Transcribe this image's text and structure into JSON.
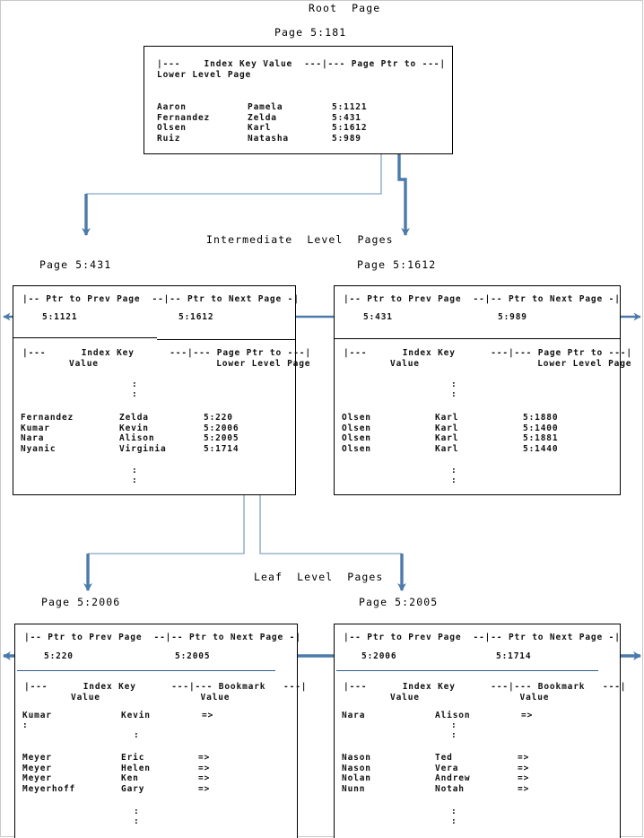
{
  "theme": {
    "arrow_blue": "#4A7BAA",
    "thin_line_blue": "#6A92B8",
    "box_border": "#000000",
    "page_border": "#C9C9C9",
    "background": "#FFFFFF"
  },
  "levels": {
    "root_title": "Root  Page",
    "intermediate_title": "Intermediate  Level  Pages",
    "leaf_title": "Leaf  Level  Pages"
  },
  "root": {
    "label": "Page 5:181",
    "header_line1": "|---    Index Key Value  ---|--- Page Ptr to ---|",
    "header_line2": "Lower Level Page",
    "columns": [
      "Index Key Value",
      "Page Ptr to Lower Level Page"
    ],
    "rows": [
      {
        "last": "Aaron",
        "first": "Pamela",
        "ptr": "5:1121"
      },
      {
        "last": "Fernandez",
        "first": "Zelda",
        "ptr": "5:431"
      },
      {
        "last": "Olsen",
        "first": "Karl",
        "ptr": "5:1612"
      },
      {
        "last": "Ruiz",
        "first": "Natasha",
        "ptr": "5:989"
      }
    ]
  },
  "intermediate": [
    {
      "label": "Page 5:431",
      "nav_header": "|-- Ptr to Prev Page  --|-- Ptr to Next Page -|",
      "prev_ptr": "5:1121",
      "next_ptr": "5:1612",
      "body_header_line1": "|---      Index Key      ---|--- Page Ptr to ---|",
      "body_header_line2": "Value                    Lower Level Page",
      "ellipsis_top": [
        ":",
        ":"
      ],
      "rows": [
        {
          "last": "Fernandez",
          "first": "Zelda",
          "ptr": "5:220"
        },
        {
          "last": "Kumar",
          "first": "Kevin",
          "ptr": "5:2006"
        },
        {
          "last": "Nara",
          "first": "Alison",
          "ptr": "5:2005"
        },
        {
          "last": "Nyanic",
          "first": "Virginia",
          "ptr": "5:1714"
        }
      ],
      "ellipsis_bottom": [
        ":",
        ":"
      ]
    },
    {
      "label": "Page 5:1612",
      "nav_header": "|-- Ptr to Prev Page  --|-- Ptr to Next Page -|",
      "prev_ptr": "5:431",
      "next_ptr": "5:989",
      "body_header_line1": "|---      Index Key      ---|--- Page Ptr to ---|",
      "body_header_line2": "Value                    Lower Level Page",
      "ellipsis_top": [
        ":",
        ":"
      ],
      "rows": [
        {
          "last": "Olsen",
          "first": "Karl",
          "ptr": "5:1880"
        },
        {
          "last": "Olsen",
          "first": "Karl",
          "ptr": "5:1400"
        },
        {
          "last": "Olsen",
          "first": "Karl",
          "ptr": "5:1881"
        },
        {
          "last": "Olsen",
          "first": "Karl",
          "ptr": "5:1440"
        }
      ],
      "ellipsis_bottom": [
        ":",
        ":"
      ]
    }
  ],
  "leaf": [
    {
      "label": "Page 5:2006",
      "nav_header": "|-- Ptr to Prev Page  --|-- Ptr to Next Page -|",
      "prev_ptr": "5:220",
      "next_ptr": "5:2005",
      "body_header_line1": "|---      Index Key      ---|--- Bookmark   ---|",
      "body_header_line2": "Value                 Value",
      "first_row": {
        "last": "Kumar",
        "first": "Kevin",
        "bookmark": "=>"
      },
      "ellipsis_mid": [
        ":",
        ":"
      ],
      "rows": [
        {
          "last": "Meyer",
          "first": "Eric",
          "bookmark": "=>"
        },
        {
          "last": "Meyer",
          "first": "Helen",
          "bookmark": "=>"
        },
        {
          "last": "Meyer",
          "first": "Ken",
          "bookmark": "=>"
        },
        {
          "last": "Meyerhoff",
          "first": "Gary",
          "bookmark": "=>"
        }
      ],
      "ellipsis_bottom": [
        ":",
        ":"
      ]
    },
    {
      "label": "Page 5:2005",
      "nav_header": "|-- Ptr to Prev Page  --|-- Ptr to Next Page -|",
      "prev_ptr": "5:2006",
      "next_ptr": "5:1714",
      "body_header_line1": "|---      Index Key      ---|--- Bookmark   ---|",
      "body_header_line2": "Value                 Value",
      "first_row": {
        "last": "Nara",
        "first": "Alison",
        "bookmark": "=>"
      },
      "ellipsis_mid": [
        ":",
        ":"
      ],
      "rows": [
        {
          "last": "Nason",
          "first": "Ted",
          "bookmark": "=>"
        },
        {
          "last": "Nason",
          "first": "Vera",
          "bookmark": "=>"
        },
        {
          "last": "Nolan",
          "first": "Andrew",
          "bookmark": "=>"
        },
        {
          "last": "Nunn",
          "first": "Notah",
          "bookmark": "=>"
        }
      ],
      "ellipsis_bottom": [
        ":",
        ":"
      ]
    }
  ]
}
